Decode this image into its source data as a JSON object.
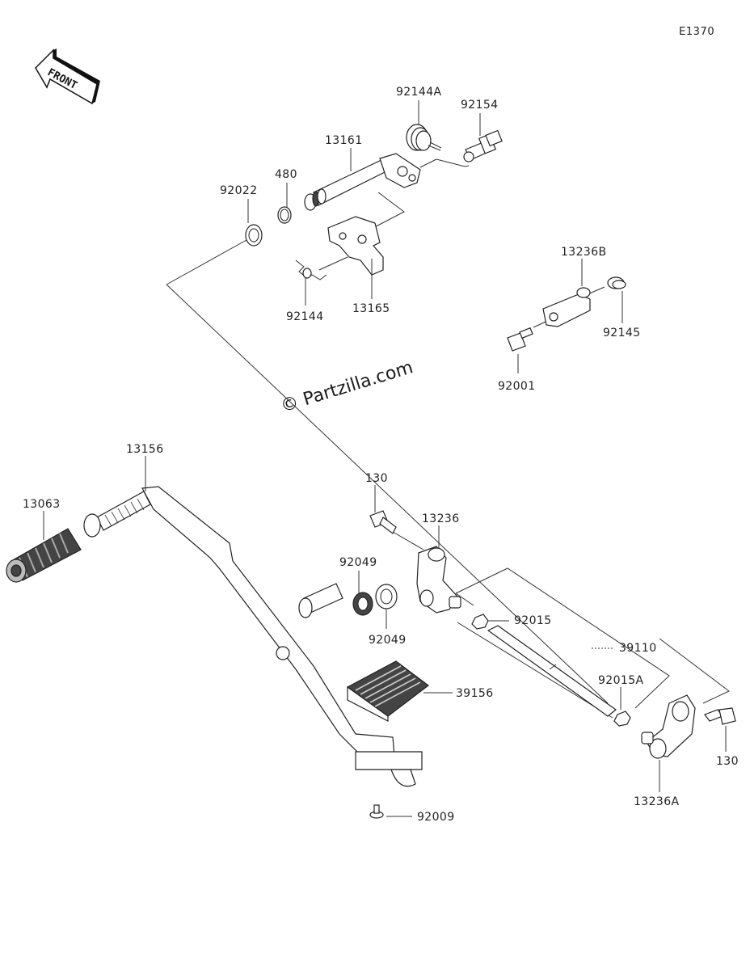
{
  "diagram_id": "E1370",
  "front_indicator": "FRONT",
  "watermark": "© Partzilla.com",
  "parts": [
    {
      "key": "p92144A",
      "number": "92144A"
    },
    {
      "key": "p92154",
      "number": "92154"
    },
    {
      "key": "p13161",
      "number": "13161"
    },
    {
      "key": "p480",
      "number": "480"
    },
    {
      "key": "p92022",
      "number": "92022"
    },
    {
      "key": "p92144",
      "number": "92144"
    },
    {
      "key": "p13165",
      "number": "13165"
    },
    {
      "key": "p13236B",
      "number": "13236B"
    },
    {
      "key": "p92145",
      "number": "92145"
    },
    {
      "key": "p92001",
      "number": "92001"
    },
    {
      "key": "p13156",
      "number": "13156"
    },
    {
      "key": "p13063",
      "number": "13063"
    },
    {
      "key": "p130_top",
      "number": "130"
    },
    {
      "key": "p13236",
      "number": "13236"
    },
    {
      "key": "p92049_top",
      "number": "92049"
    },
    {
      "key": "p92049_bottom",
      "number": "92049"
    },
    {
      "key": "p92015",
      "number": "92015"
    },
    {
      "key": "p39110",
      "number": "39110"
    },
    {
      "key": "p92015A",
      "number": "92015A"
    },
    {
      "key": "p39156",
      "number": "39156"
    },
    {
      "key": "p130_right",
      "number": "130"
    },
    {
      "key": "p13236A",
      "number": "13236A"
    },
    {
      "key": "p92009",
      "number": "92009"
    }
  ]
}
